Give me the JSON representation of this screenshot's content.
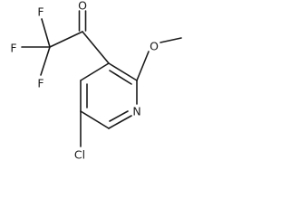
{
  "structure": {
    "atoms": {
      "f_top": "F",
      "f_left": "F",
      "f_bottom": "F",
      "carbonyl_oxygen": "O",
      "methoxy_oxygen": "O",
      "ring_nitrogen": "N",
      "chlorine": "Cl"
    }
  }
}
